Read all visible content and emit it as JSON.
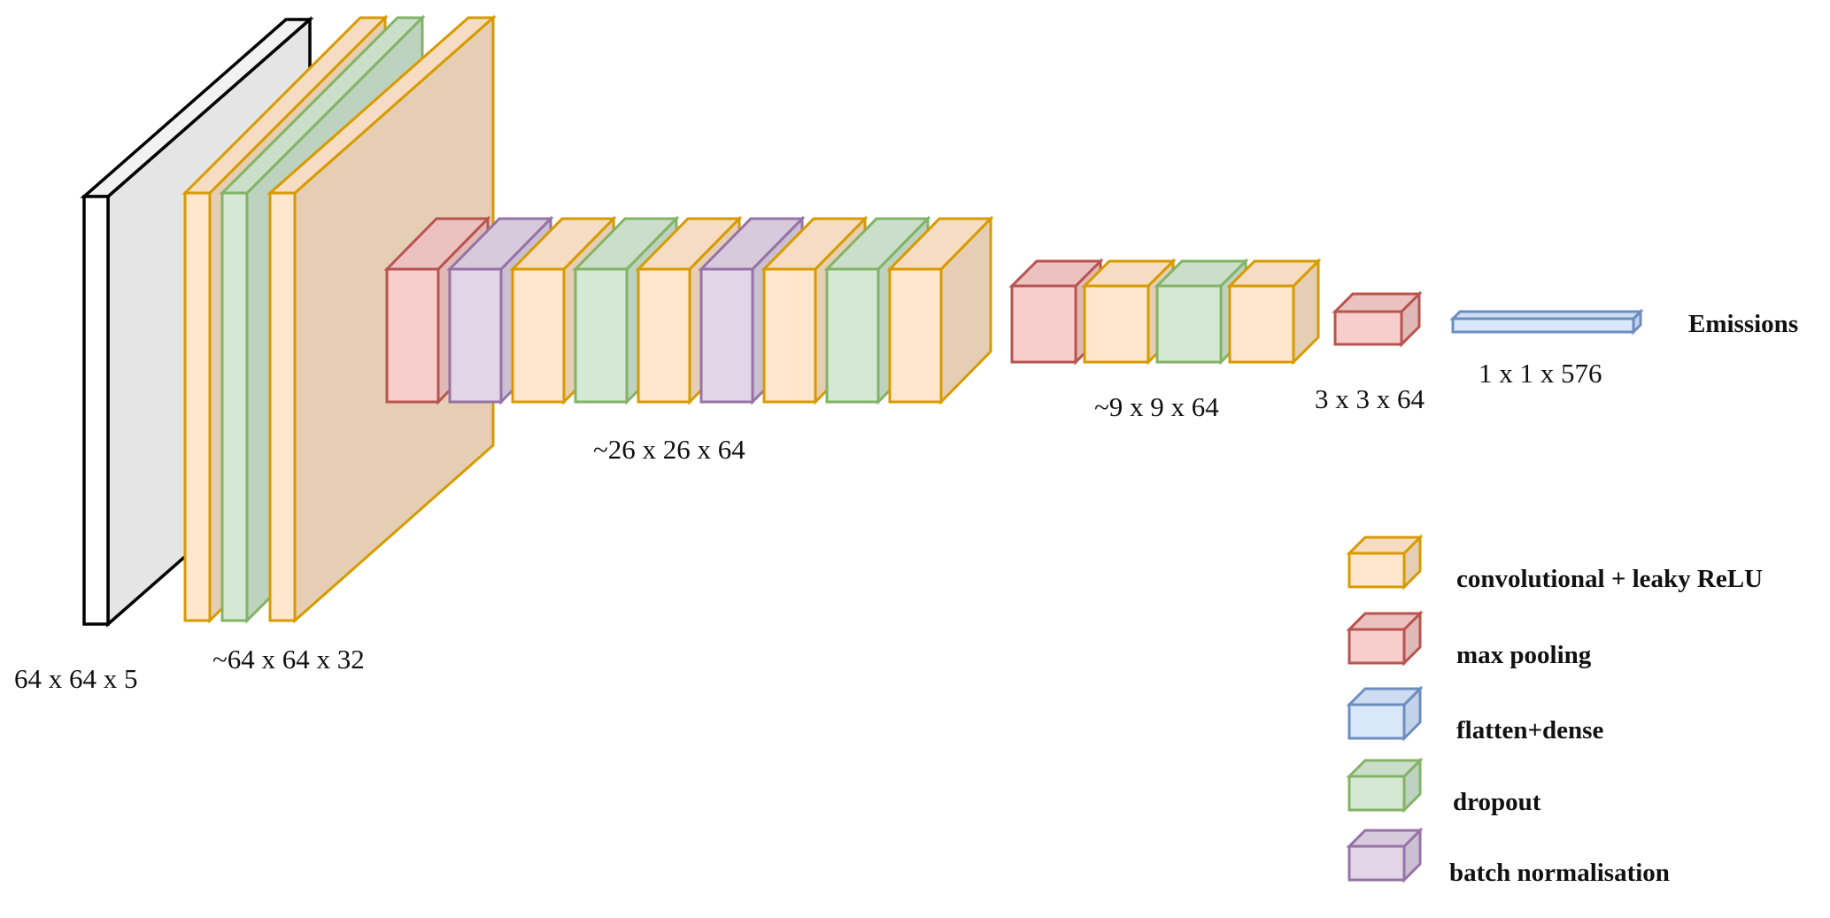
{
  "title": "CNN architecture for emissions prediction",
  "colors": {
    "conv": {
      "front": "#ffe6cc",
      "top": "#f5dcc2",
      "side": "#e6ceb4",
      "stroke": "#d79b00"
    },
    "pool": {
      "front": "#f8cecc",
      "top": "#ecc2c1",
      "side": "#e0b8b6",
      "stroke": "#b85450"
    },
    "dense": {
      "front": "#dae8fc",
      "top": "#cddcf1",
      "side": "#c2d2e8",
      "stroke": "#6c8ebf"
    },
    "dropout": {
      "front": "#d5e8d4",
      "top": "#cbdec9",
      "side": "#bdd3bf",
      "stroke": "#82b366"
    },
    "batchnorm": {
      "front": "#e1d5e7",
      "top": "#d7cadd",
      "side": "#cbbfd3",
      "stroke": "#9673a6"
    },
    "input": {
      "front": "#ffffff",
      "top": "#f2f2f2",
      "side": "#e5e5e5",
      "stroke": "#000000"
    }
  },
  "stages": [
    {
      "id": "input",
      "label": "64 x 64 x 5",
      "layers": [
        "input"
      ]
    },
    {
      "id": "stage1",
      "label": "~64 x 64 x 32",
      "layers": [
        "conv",
        "dropout",
        "conv"
      ]
    },
    {
      "id": "stage2",
      "label": "~26 x 26 x 64",
      "layers": [
        "pool",
        "batchnorm",
        "conv",
        "dropout",
        "conv",
        "batchnorm",
        "conv",
        "dropout",
        "conv"
      ]
    },
    {
      "id": "stage3",
      "label": "~9 x 9 x 64",
      "layers": [
        "pool",
        "conv",
        "dropout",
        "conv"
      ]
    },
    {
      "id": "stage4",
      "label": "3 x 3 x 64",
      "layers": [
        "pool"
      ]
    },
    {
      "id": "stage5",
      "label": "1 x 1 x 576",
      "layers": [
        "dense"
      ]
    }
  ],
  "output_label": "Emissions",
  "legend": [
    {
      "type": "conv",
      "label": "convolutional + leaky ReLU"
    },
    {
      "type": "pool",
      "label": "max pooling"
    },
    {
      "type": "dense",
      "label": "flatten+dense"
    },
    {
      "type": "dropout",
      "label": "dropout"
    },
    {
      "type": "batchnorm",
      "label": "batch normalisation"
    }
  ]
}
